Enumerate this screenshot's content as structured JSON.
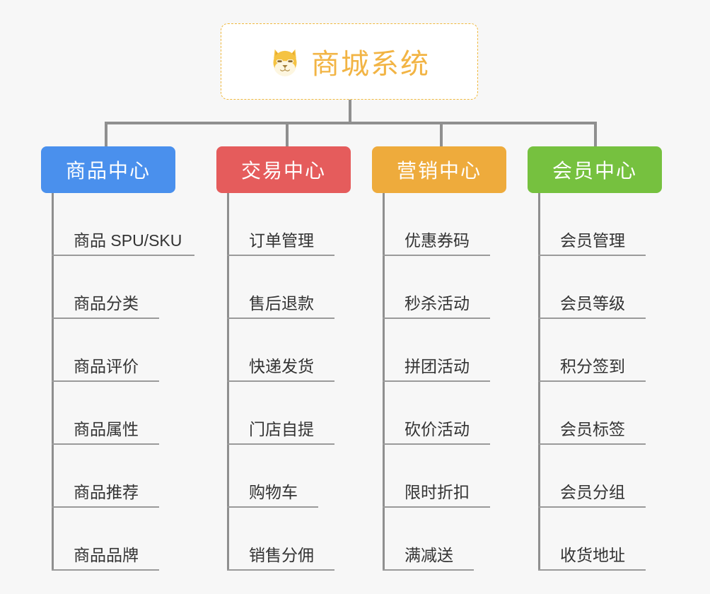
{
  "background_color": "#f7f7f7",
  "root": {
    "icon": "shiba-dog-face-icon",
    "title": "商城系统",
    "text_color": "#f2b444",
    "border_color": "#efb83d"
  },
  "branches": [
    {
      "title": "商品中心",
      "color": "#4a90ed",
      "items": [
        {
          "label": "商品 SPU/SKU",
          "rule_width": 202
        },
        {
          "label": "商品分类",
          "rule_width": 152
        },
        {
          "label": "商品评价",
          "rule_width": 152
        },
        {
          "label": "商品属性",
          "rule_width": 152
        },
        {
          "label": "商品推荐",
          "rule_width": 152
        },
        {
          "label": "商品品牌",
          "rule_width": 152
        }
      ]
    },
    {
      "title": "交易中心",
      "color": "#e55c5c",
      "items": [
        {
          "label": "订单管理",
          "rule_width": 152
        },
        {
          "label": "售后退款",
          "rule_width": 152
        },
        {
          "label": "快递发货",
          "rule_width": 152
        },
        {
          "label": "门店自提",
          "rule_width": 152
        },
        {
          "label": "购物车",
          "rule_width": 129
        },
        {
          "label": "销售分佣",
          "rule_width": 152
        }
      ]
    },
    {
      "title": "营销中心",
      "color": "#eeab3c",
      "items": [
        {
          "label": "优惠券码",
          "rule_width": 152
        },
        {
          "label": "秒杀活动",
          "rule_width": 152
        },
        {
          "label": "拼团活动",
          "rule_width": 152
        },
        {
          "label": "砍价活动",
          "rule_width": 152
        },
        {
          "label": "限时折扣",
          "rule_width": 152
        },
        {
          "label": "满减送",
          "rule_width": 129
        }
      ]
    },
    {
      "title": "会员中心",
      "color": "#76c13f",
      "items": [
        {
          "label": "会员管理",
          "rule_width": 152
        },
        {
          "label": "会员等级",
          "rule_width": 152
        },
        {
          "label": "积分签到",
          "rule_width": 152
        },
        {
          "label": "会员标签",
          "rule_width": 152
        },
        {
          "label": "会员分组",
          "rule_width": 152
        },
        {
          "label": "收货地址",
          "rule_width": 152
        }
      ]
    }
  ]
}
